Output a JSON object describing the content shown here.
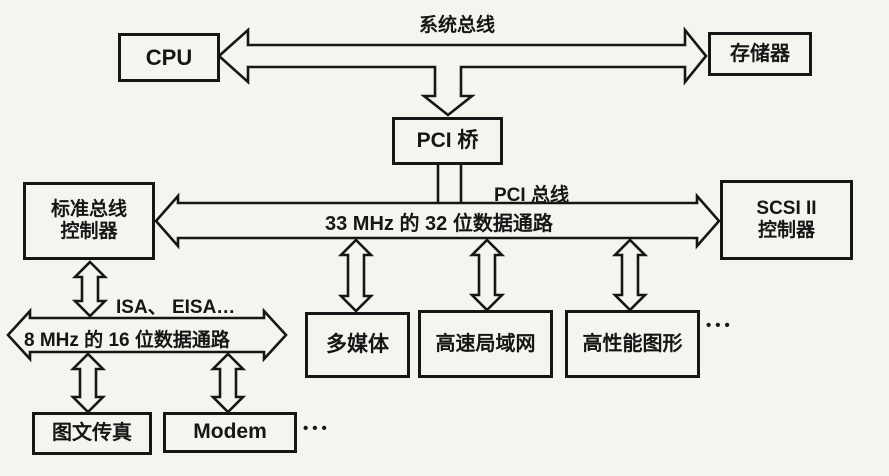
{
  "colors": {
    "ink": "#161616",
    "paper": "#f5f4ef"
  },
  "nodes": {
    "cpu": "CPU",
    "memory": "存储器",
    "pci_bridge": "PCI 桥",
    "std_controller_line1": "标准总线",
    "std_controller_line2": "控制器",
    "scsi_line1": "SCSI II",
    "scsi_line2": "控制器",
    "multimedia": "多媒体",
    "lan": "高速局域网",
    "graphics": "高性能图形",
    "fax": "图文传真",
    "modem": "Modem"
  },
  "labels": {
    "system_bus": "系统总线",
    "pci_bus": "PCI 总线",
    "pci_datapath": "33 MHz 的 32 位数据通路",
    "isa_eisa": "ISA、 EISA…",
    "isa_datapath": "8 MHz 的 16 位数据通路",
    "more_devices_pci": "•••",
    "more_devices_isa": "•••"
  }
}
